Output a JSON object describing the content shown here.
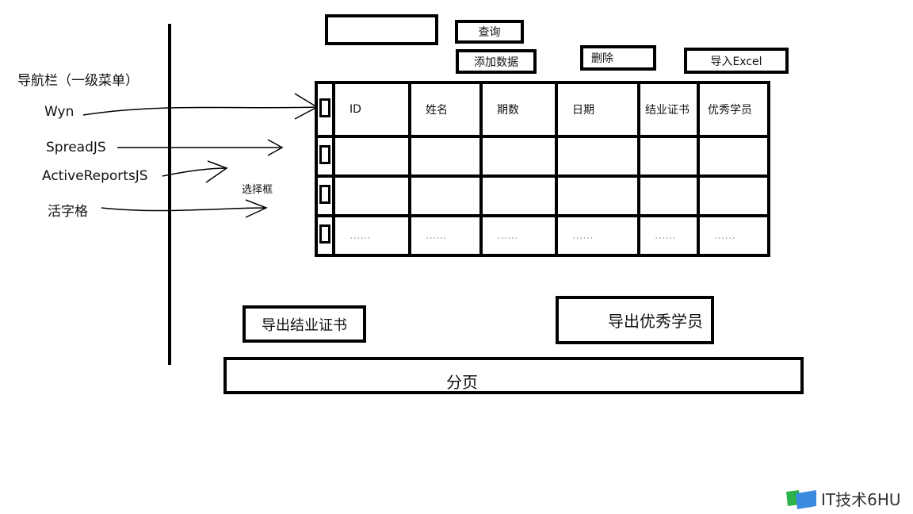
{
  "nav": {
    "title": "导航栏（一级菜单）",
    "items": [
      "Wyn",
      "SpreadJS",
      "ActiveReportsJS",
      "活字格"
    ]
  },
  "annotation_checkbox": "选择框",
  "toolbar": {
    "search_value": "",
    "query": "查询",
    "add": "添加数据",
    "delete": "删除",
    "import": "导入Excel"
  },
  "table": {
    "headers": [
      "ID",
      "姓名",
      "期数",
      "日期",
      "结业证书",
      "优秀学员"
    ],
    "rows": [
      [
        "",
        "",
        "",
        "",
        "",
        ""
      ],
      [
        "",
        "",
        "",
        "",
        "",
        ""
      ],
      [
        "......",
        "......",
        "......",
        "......",
        "......",
        "......"
      ]
    ]
  },
  "actions": {
    "export_cert": "导出结业证书",
    "export_excellent": "导出优秀学员"
  },
  "pagination": "分页",
  "watermark": "IT技术6HU"
}
